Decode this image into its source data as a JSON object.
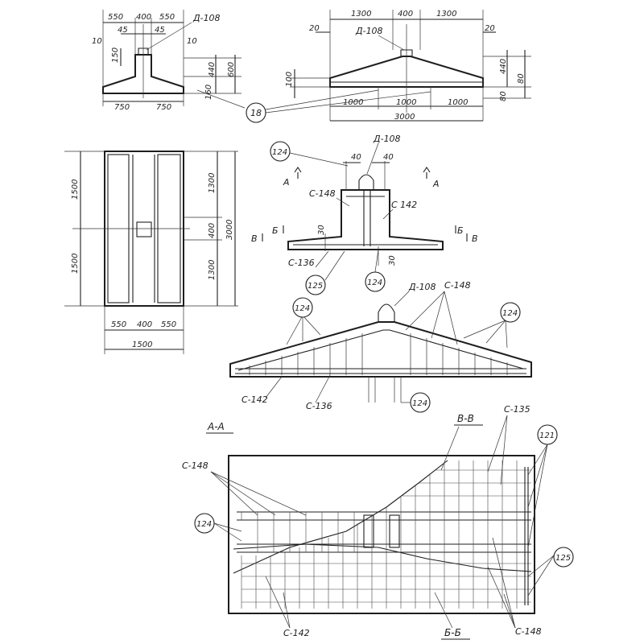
{
  "colors": {
    "ink": "#1e1e1e",
    "paper": "#ffffff"
  },
  "dims": {
    "d550": "550",
    "d400": "400",
    "d45": "45",
    "d10": "10",
    "d150": "150",
    "d440": "440",
    "d600": "600",
    "d160": "160",
    "d750": "750",
    "d1300": "1300",
    "d20": "20",
    "d100": "100",
    "d80": "80",
    "d1000": "1000",
    "d3000": "3000",
    "d1500": "1500",
    "d40": "40",
    "d30": "30"
  },
  "labels": {
    "d108": "Д-108",
    "c148": "С-148",
    "c142": "С-142",
    "c142b": "С 142",
    "c136": "С-136",
    "c135": "С-135",
    "n18": "18",
    "n121": "121",
    "n124": "124",
    "n125": "125",
    "A": "А",
    "B": "Б",
    "V": "В",
    "sec_aa": "А-А",
    "sec_vv": "В-В",
    "sec_bb": "Б-Б"
  }
}
